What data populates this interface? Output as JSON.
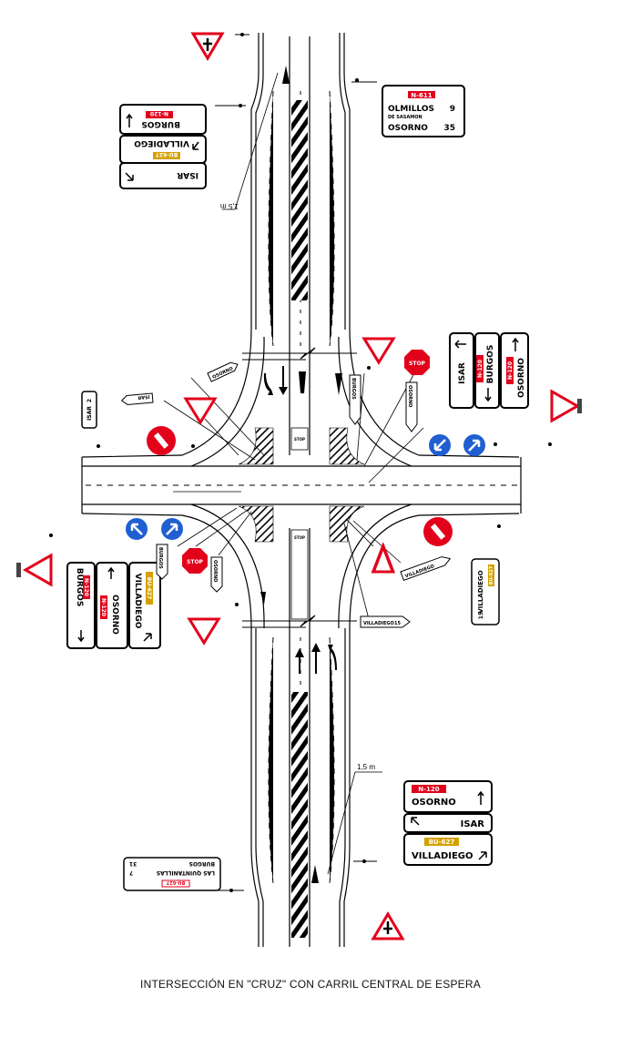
{
  "caption": "INTERSECCIÓN EN \"CRUZ\" CON CARRIL CENTRAL DE ESPERA",
  "dimension_label": "1,5 m",
  "colors": {
    "red": "#e3001b",
    "blue": "#1f5fd1",
    "yellow": "#d4a100",
    "hatch": "#000000"
  },
  "markings": {
    "stop": "STOP"
  },
  "signs": {
    "north_board": {
      "road": "N-611",
      "line1": "OLMILLOS",
      "dist1": "9",
      "line1b": "DE SASAMON",
      "line2": "OSORNO",
      "dist2": "35"
    },
    "nw_board": {
      "r1": "ISAR",
      "r2_road": "BU-627",
      "r2": "VILLADIEGO",
      "r3_road": "N-120",
      "r3": "BURGOS"
    },
    "east_board": {
      "c1": "ISAR",
      "c2_road": "N-120",
      "c2": "BURGOS",
      "c3_road": "N-120",
      "c3": "OSORNO"
    },
    "west_board": {
      "c1_road": "N-120",
      "c1": "BURGOS",
      "c2_road": "N-120",
      "c2": "OSORNO",
      "c3_road": "BU-627",
      "c3": "VILLADIEGO"
    },
    "south_board": {
      "r1_road": "N-120",
      "r1": "OSORNO",
      "r2": "ISAR",
      "r3_road": "BU-627",
      "r3": "VILLADIEGO"
    },
    "sw_board": {
      "road": "BU-627",
      "line1": "LAS QUINTANILLAS",
      "dist1": "7",
      "line2": "BURGOS",
      "dist2": "31"
    },
    "e_side": {
      "road": "BU-627",
      "text": "VILLADIEGO",
      "dist": "15"
    },
    "isar2": {
      "text": "ISAR",
      "dist": "2"
    },
    "fl_e1": {
      "text": "VILLADIEGO",
      "dist": "15"
    },
    "fl_e2": {
      "text": "OSORNO"
    },
    "fl_e3": {
      "text": "BURGOS"
    },
    "fl_e4": {
      "text": "VILLADIEGO"
    },
    "fl_w1": {
      "text": "OSORNO"
    },
    "fl_w2": {
      "text": "BURGOS"
    },
    "fl_w3": {
      "text": "OSORNO"
    },
    "fl_w4": {
      "text": "ISAR"
    }
  }
}
